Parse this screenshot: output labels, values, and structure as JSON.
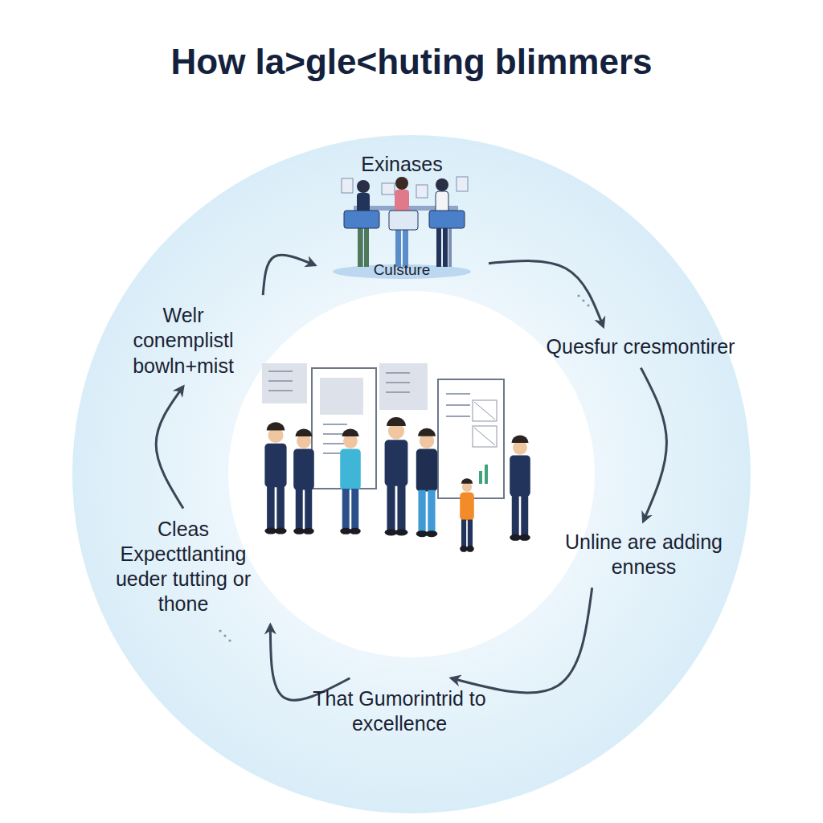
{
  "diagram": {
    "title": "How la>gle<huting blimmers",
    "nodes": [
      {
        "text": [
          "Exinases",
          "Culsture"
        ]
      },
      {
        "text": [
          "Quesfur cresmontirer"
        ]
      },
      {
        "text": [
          "Unline are adding enness"
        ]
      },
      {
        "text": [
          "That Gumorintrid to excellence"
        ]
      },
      {
        "text": [
          "Cleas Expecttlanting ueder tutting or thone"
        ]
      },
      {
        "text": [
          "Welr conemplistl bowln+mist"
        ]
      }
    ],
    "edges": [
      {
        "from": 0,
        "to": 1,
        "arrow": "to"
      },
      {
        "from": 1,
        "to": 2,
        "arrow": "to"
      },
      {
        "from": 2,
        "to": 3,
        "arrow": "to"
      },
      {
        "from": 3,
        "to": 4,
        "arrow": "to"
      },
      {
        "from": 4,
        "to": 5,
        "arrow": "to"
      },
      {
        "from": 5,
        "to": 0,
        "arrow": "to"
      }
    ]
  }
}
